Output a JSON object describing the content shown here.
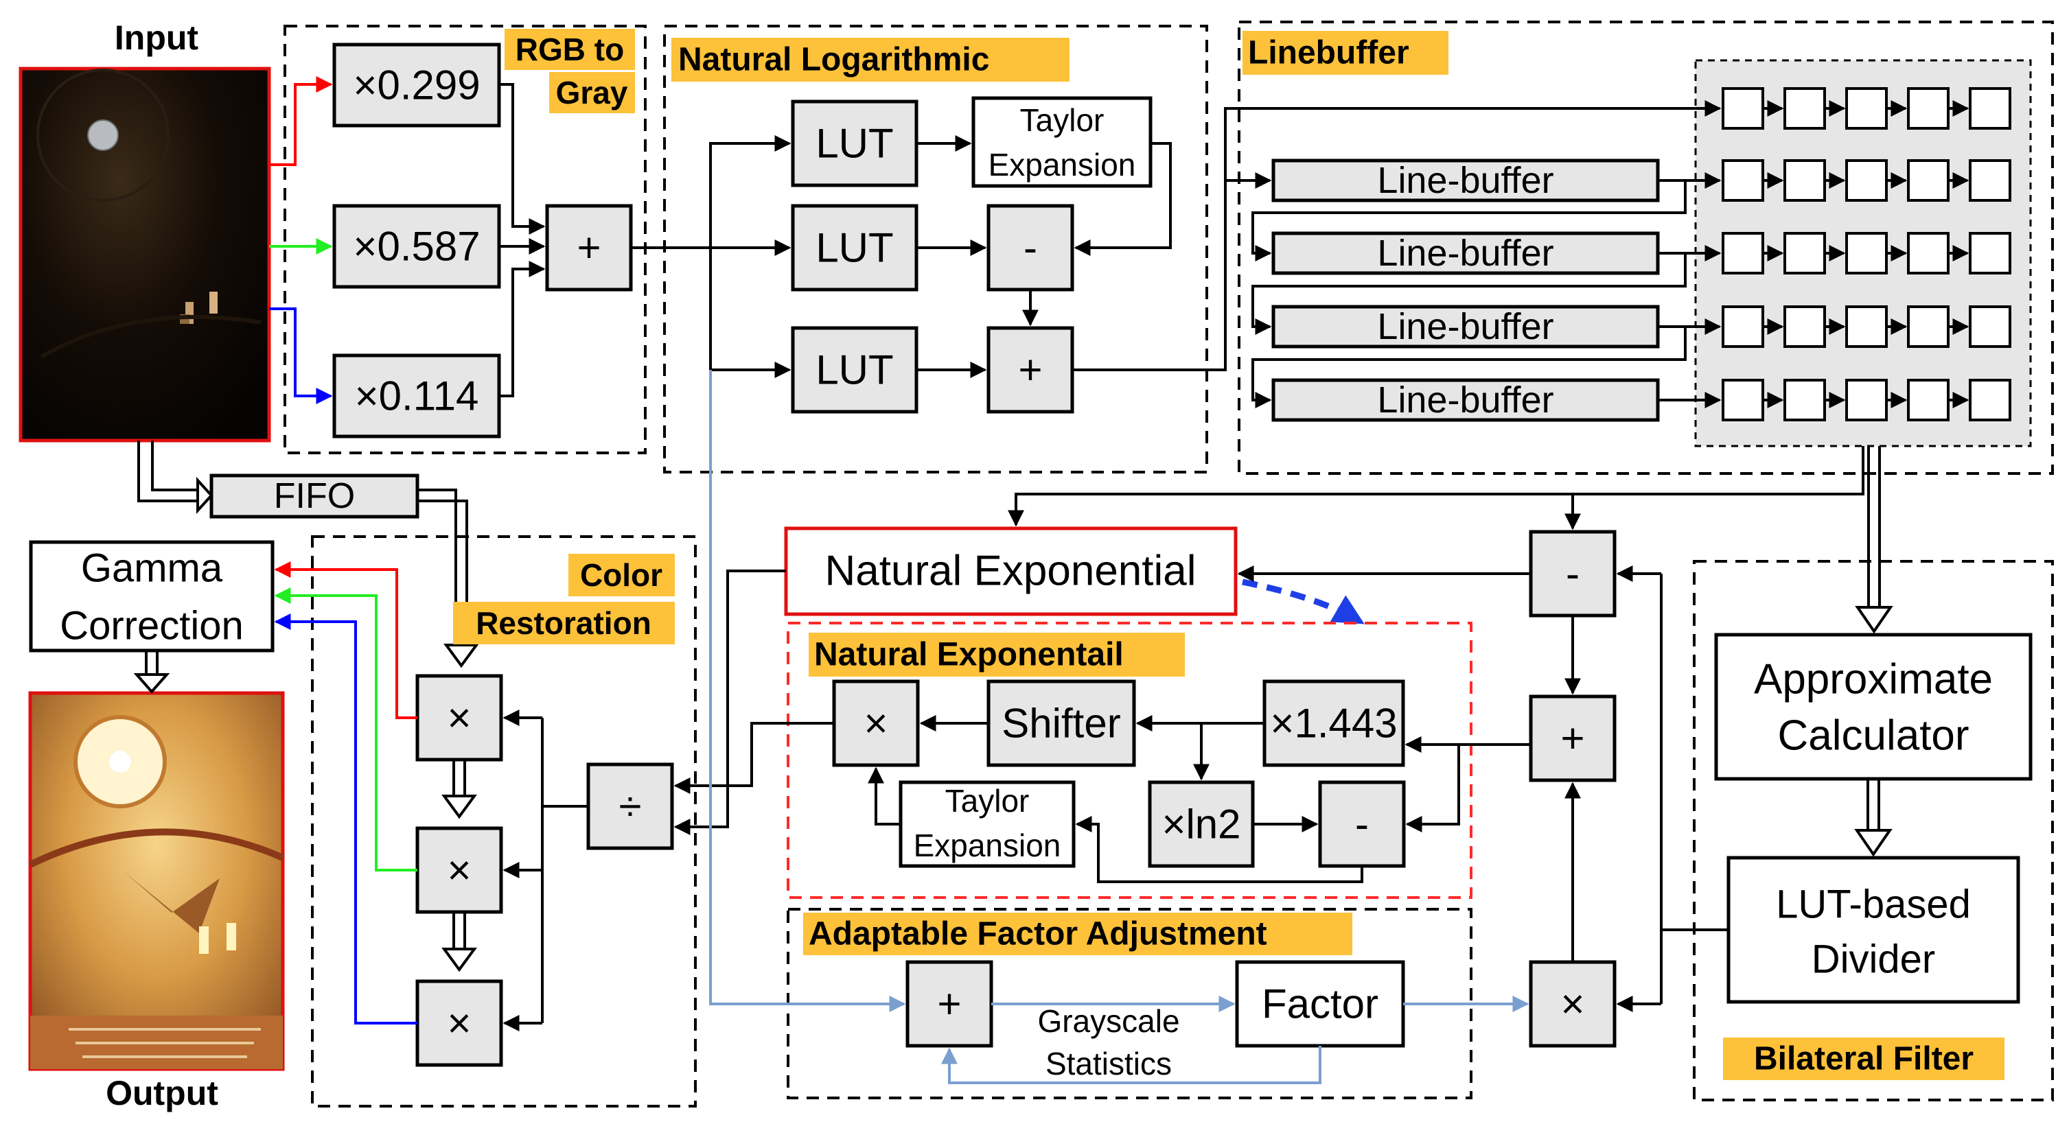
{
  "labels": {
    "input": "Input",
    "output": "Output",
    "fifo": "FIFO",
    "gamma_line1": "Gamma",
    "gamma_line2": "Correction",
    "color_restoration_line1": "Color",
    "color_restoration_line2": "Restoration",
    "rgb_to_gray_line1": "RGB to",
    "rgb_to_gray_line2": "Gray",
    "coef_r": "×0.299",
    "coef_g": "×0.587",
    "coef_b": "×0.114",
    "plus": "+",
    "minus": "-",
    "times": "×",
    "divide": "÷",
    "natural_log": "Natural Logarithmic",
    "lut": "LUT",
    "taylor_line1": "Taylor",
    "taylor_line2": "Expansion",
    "linebuffer_title": "Linebuffer",
    "line_buffer": "Line-buffer",
    "natural_exponential": "Natural Exponential",
    "natural_exponentail_title": "Natural Exponentail",
    "shifter": "Shifter",
    "log2e": "×1.443",
    "ln2": "×ln2",
    "adaptable_factor": "Adaptable Factor Adjustment",
    "grayscale_line1": "Grayscale",
    "grayscale_line2": "Statistics",
    "factor": "Factor",
    "approx_line1": "Approximate",
    "approx_line2": "Calculator",
    "lut_divider_line1": "LUT-based",
    "lut_divider_line2": "Divider",
    "bilateral_filter": "Bilateral Filter"
  },
  "colors": {
    "red": "#ff0000",
    "green": "#22ee22",
    "blue": "#0000ff",
    "highlight": "#fdc13a",
    "block_fill": "#e6e6e6",
    "light_blue": "#7b9fcf",
    "dashed_blue": "#1f3fe6",
    "natural_exp_border": "#e01010",
    "dashed_red": "#ff2a2a"
  }
}
